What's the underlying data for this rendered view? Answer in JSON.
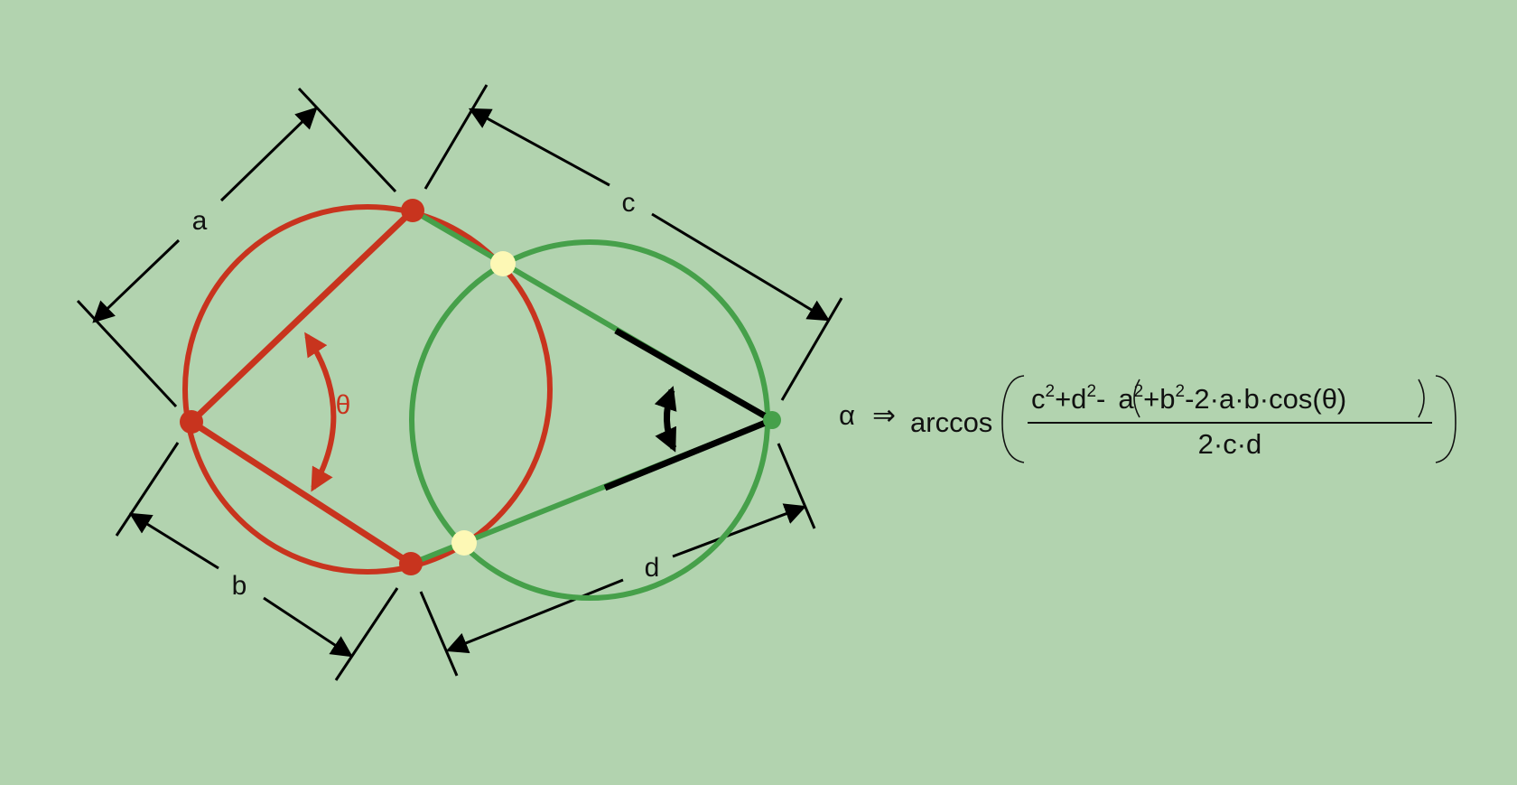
{
  "colors": {
    "background": "#b2d3af",
    "red": "#c8341e",
    "green": "#46a04a",
    "black": "#000000",
    "intersection": "#fdf8b5"
  },
  "labels": {
    "a": "a",
    "b": "b",
    "c": "c",
    "d": "d",
    "theta": "θ"
  },
  "formula": {
    "lhs": "α",
    "arrow": "⇒",
    "func": "arccos",
    "numerator": {
      "c": "c",
      "c_exp": "2",
      "plus1": "+d",
      "d_exp": "2",
      "minus": "-",
      "a": "a",
      "a_exp": "2",
      "plus2": "+b",
      "b_exp": "2",
      "rest": "-2·a·b·cos(θ)"
    },
    "denominator": "2·c·d"
  }
}
